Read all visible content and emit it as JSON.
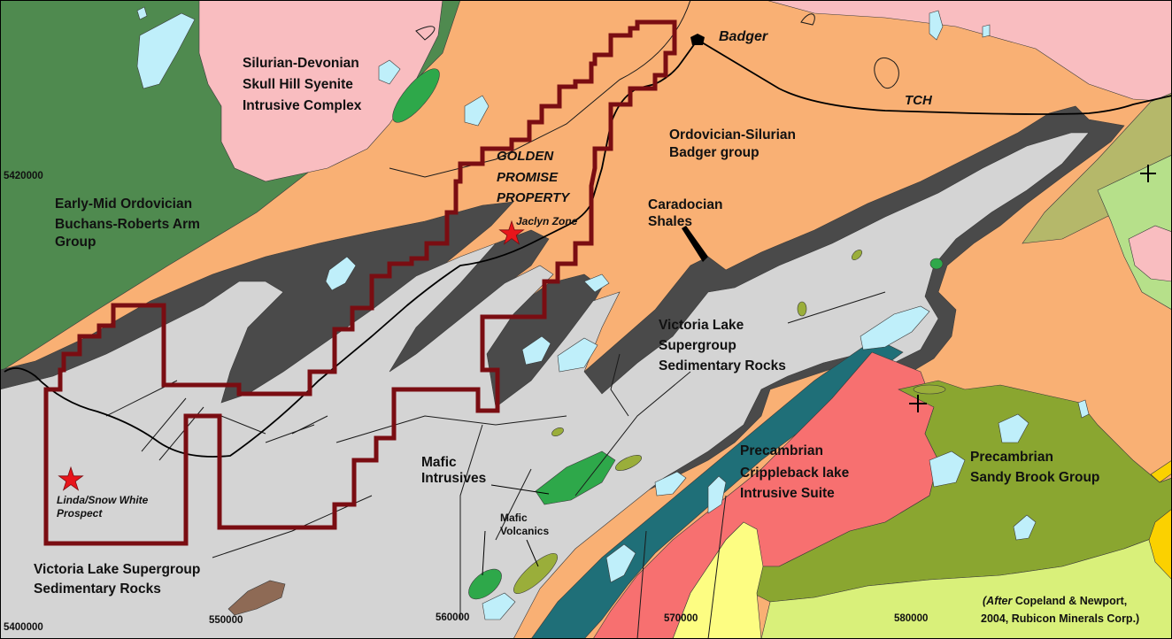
{
  "colors": {
    "buchans": "#4f8a4f",
    "badger": "#f9b074",
    "skull_hill": "#f9bdc0",
    "victoria": "#d4d4d4",
    "shales": "#4a4a4a",
    "crippleback": "#f77070",
    "sandy_brook": "#8aa630",
    "teal": "#1f6f78",
    "yellow_green": "#d9f07a",
    "yellow": "#fdfd82",
    "orange_yellow": "#fbd100",
    "light_green": "#b6e08a",
    "olive": "#b5b86a",
    "lake": "#bfeffa",
    "mafic_intrusive": "#2ea84a",
    "mafic_volcanic": "#9aae3a",
    "property": "#7a0d12",
    "star": "#e8151b",
    "brown": "#8e6a55"
  },
  "units": {
    "skull_hill": [
      "Silurian-Devonian",
      "Skull Hill Syenite",
      "Intrusive Complex"
    ],
    "buchans": [
      "Early-Mid Ordovician",
      "Buchans-Roberts Arm",
      "Group"
    ],
    "badger_group": [
      "Ordovician-Silurian",
      "Badger group"
    ],
    "shales": [
      "Caradocian",
      "Shales"
    ],
    "victoria_east": [
      "Victoria Lake",
      "Supergroup",
      "Sedimentary Rocks"
    ],
    "victoria_west": [
      "Victoria Lake Supergroup",
      "Sedimentary Rocks"
    ],
    "crippleback": [
      "Precambrian",
      "Crippleback lake",
      "Intrusive Suite"
    ],
    "sandy_brook": [
      "Precambrian",
      "Sandy Brook Group"
    ],
    "mafic_intrusives": [
      "Mafic",
      "Intrusives"
    ],
    "mafic_volcanics": [
      "Mafic",
      "Volcanics"
    ]
  },
  "property": {
    "lines": [
      "GOLDEN",
      "PROMISE",
      "PROPERTY"
    ]
  },
  "prospects": {
    "jaclyn": "Jaclyn Zone",
    "linda": [
      "Linda/Snow White",
      "Prospect"
    ]
  },
  "places": {
    "badger": "Badger",
    "tch": "TCH"
  },
  "coords": {
    "n5420000": "5420000",
    "n5400000": "5400000",
    "e550000": "550000",
    "e560000": "560000",
    "e570000": "570000",
    "e580000": "580000"
  },
  "credit": {
    "after": "(After",
    "line1_rest": " Copeland & Newport,",
    "line2": "2004, Rubicon Minerals Corp.)"
  }
}
